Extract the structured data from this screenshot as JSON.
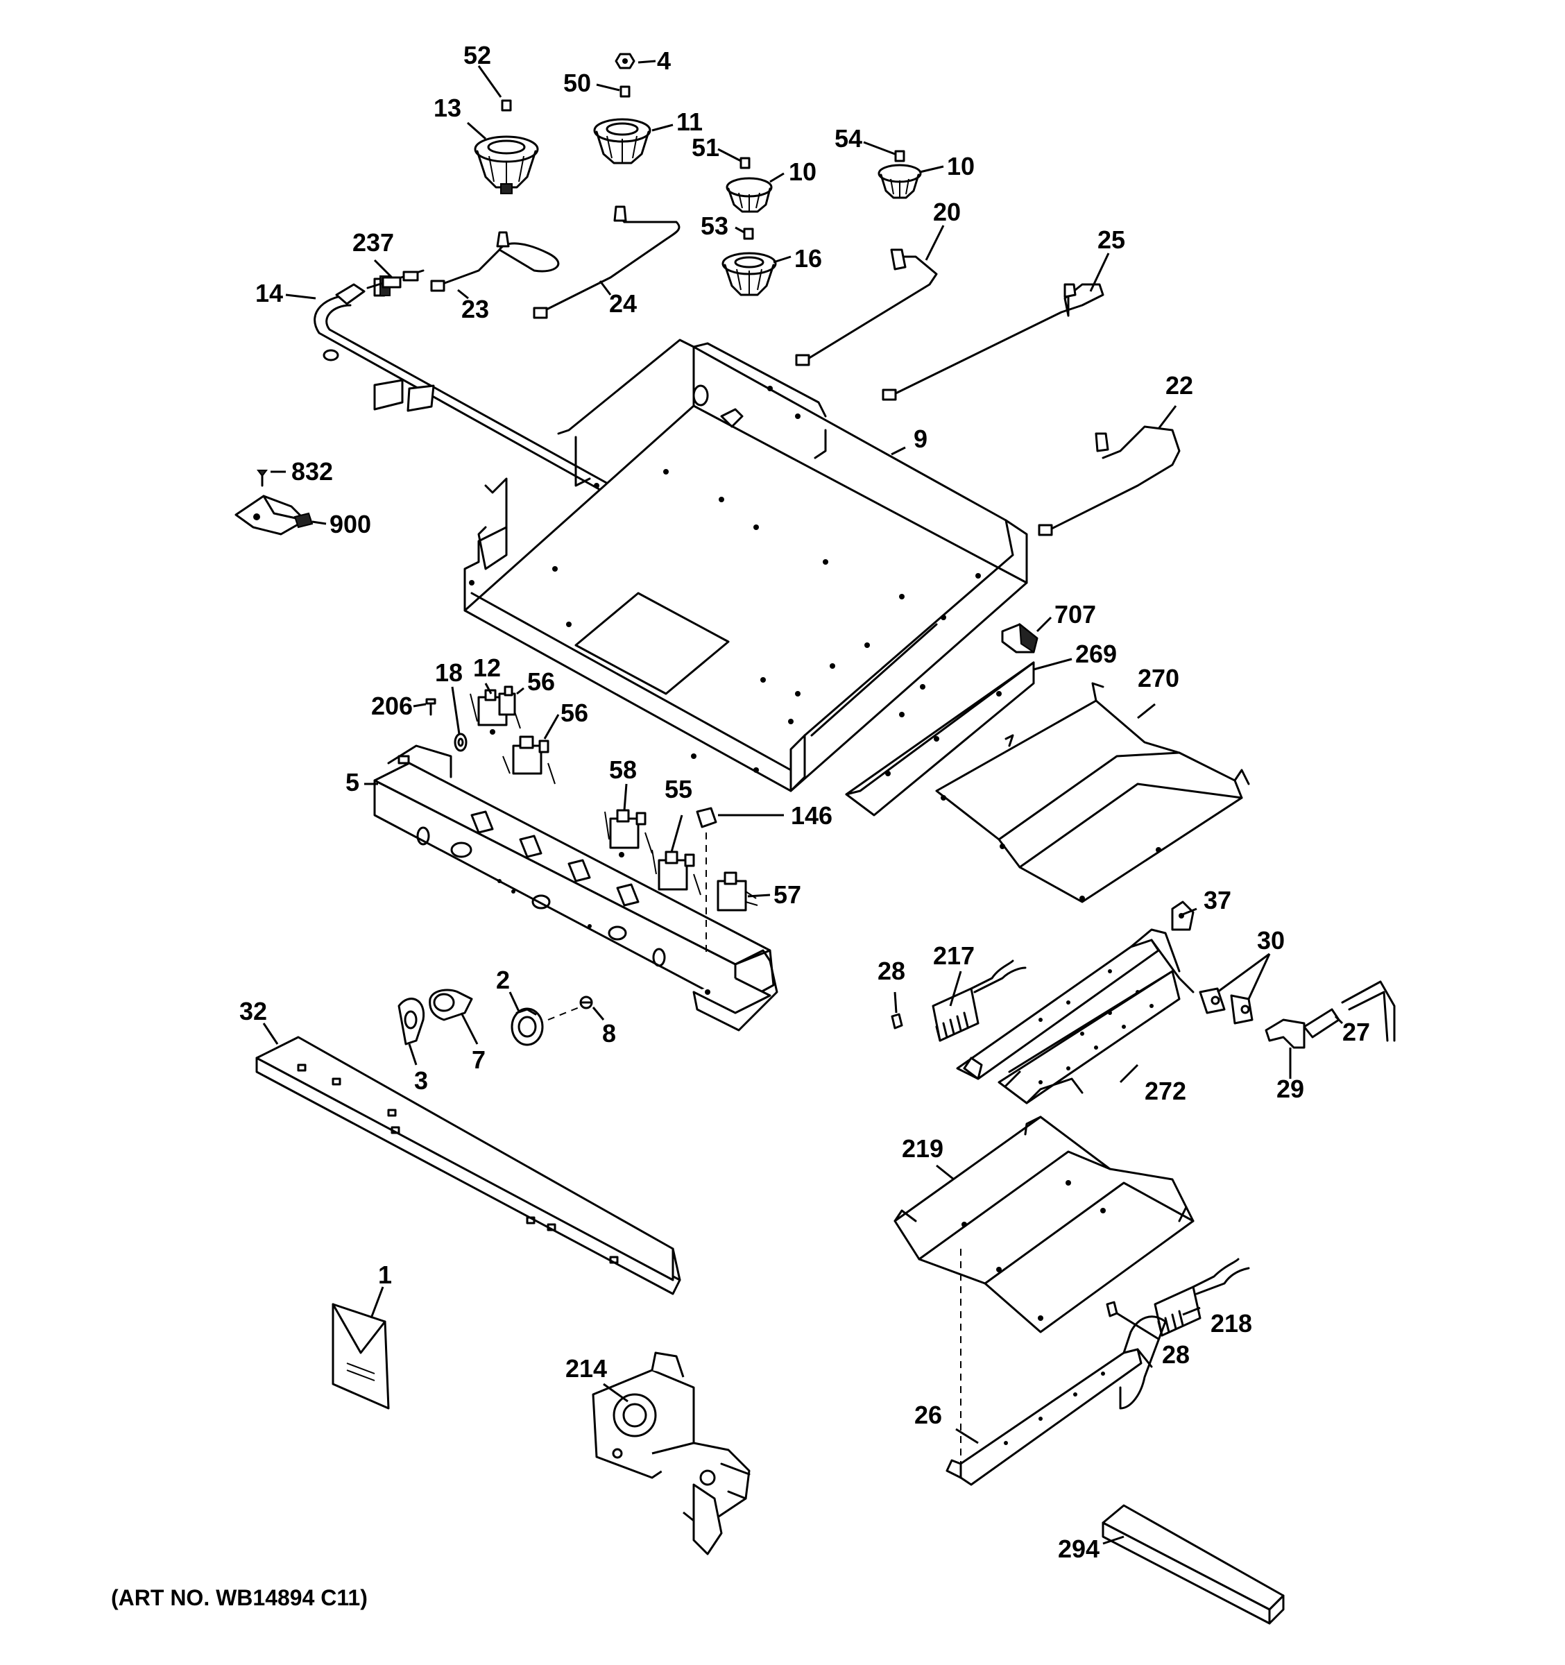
{
  "art_number": "(ART NO. WB14894 C11)",
  "callouts": {
    "c1": "1",
    "c2": "2",
    "c3": "3",
    "c4": "4",
    "c5": "5",
    "c7": "7",
    "c8": "8",
    "c9": "9",
    "c10a": "10",
    "c10b": "10",
    "c11": "11",
    "c12": "12",
    "c13": "13",
    "c14": "14",
    "c16": "16",
    "c18": "18",
    "c20": "20",
    "c22": "22",
    "c23": "23",
    "c24": "24",
    "c25": "25",
    "c26": "26",
    "c27": "27",
    "c28a": "28",
    "c28b": "28",
    "c29": "29",
    "c30": "30",
    "c32": "32",
    "c37": "37",
    "c50": "50",
    "c51": "51",
    "c52": "52",
    "c53": "53",
    "c54": "54",
    "c55": "55",
    "c56a": "56",
    "c56b": "56",
    "c57": "57",
    "c58": "58",
    "c146": "146",
    "c206": "206",
    "c214": "214",
    "c217": "217",
    "c218": "218",
    "c219": "219",
    "c237": "237",
    "c269": "269",
    "c270": "270",
    "c272": "272",
    "c294": "294",
    "c707": "707",
    "c832": "832",
    "c900": "900"
  }
}
